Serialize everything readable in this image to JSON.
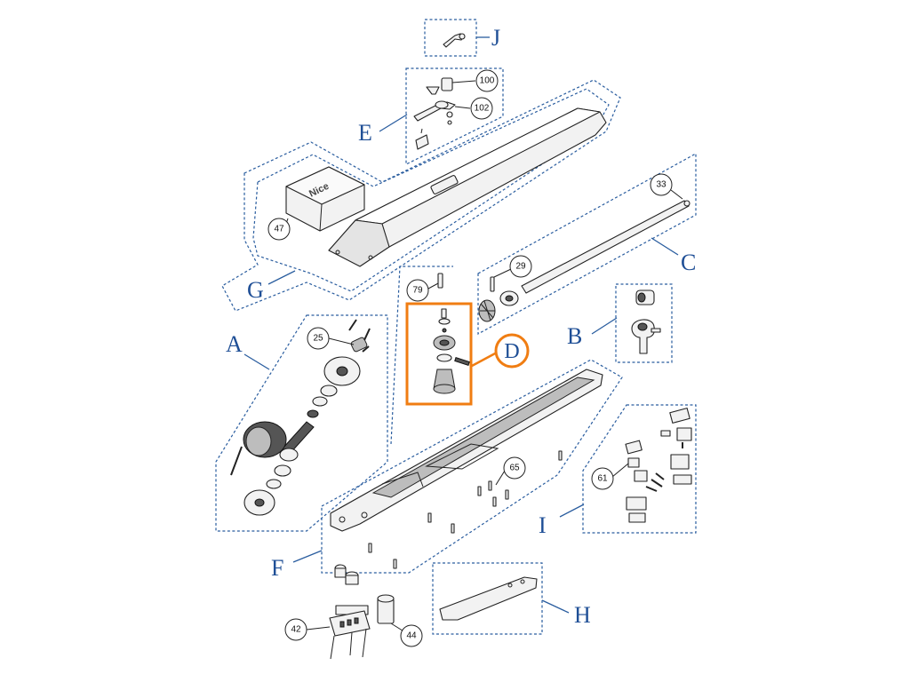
{
  "groups": {
    "A": "A",
    "B": "B",
    "C": "C",
    "D": "D",
    "E": "E",
    "F": "F",
    "G": "G",
    "H": "H",
    "I": "I",
    "J": "J"
  },
  "callouts": {
    "p100": "100",
    "p102": "102",
    "p47": "47",
    "p33": "33",
    "p29": "29",
    "p79": "79",
    "p25": "25",
    "p65": "65",
    "p61": "61",
    "p42": "42",
    "p44": "44"
  },
  "brand_logo": "Nice",
  "colors": {
    "group_line": "#2a5d9f",
    "group_letter": "#1f4f96",
    "highlight": "#f07d12"
  },
  "highlighted_group": "D"
}
